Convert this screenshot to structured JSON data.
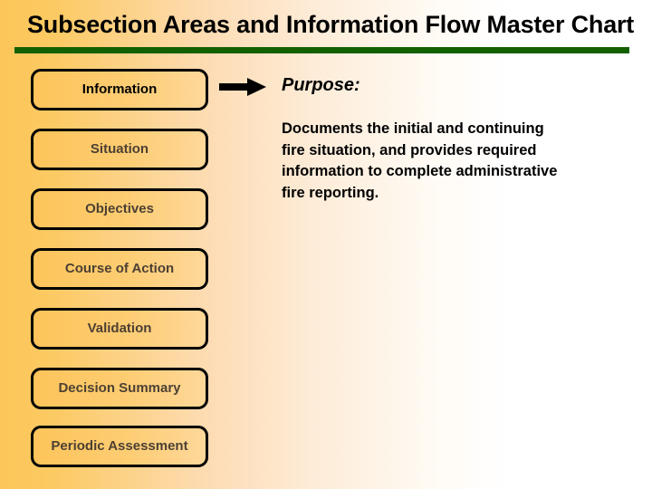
{
  "slide": {
    "title": "Subsection Areas and Information Flow Master Chart",
    "title_visible_clipped": "Subsection Areas and Information Flow Master Char",
    "rule_color": "#136000",
    "background_left_color": "#fcc659",
    "background_right_color": "#ffffff"
  },
  "nav": {
    "items": [
      {
        "label": "Information",
        "state": "selected"
      },
      {
        "label": "Situation",
        "state": "normal"
      },
      {
        "label": "Objectives",
        "state": "normal"
      },
      {
        "label": "Course of Action",
        "state": "normal"
      },
      {
        "label": "Validation",
        "state": "normal"
      },
      {
        "label": "Decision Summary",
        "state": "normal"
      },
      {
        "label": "Periodic Assessment",
        "state": "normal"
      }
    ],
    "button_fill_color": "#fdcd73",
    "button_border_color": "#000000",
    "selected_text_color": "#000000",
    "normal_text_color": "#4d4033"
  },
  "connector": {
    "icon": "arrow-right-icon",
    "color": "#000000"
  },
  "detail": {
    "heading": "Purpose:",
    "lines": [
      "Documents the initial and continuing",
      "fire situation, and provides required",
      "information to complete administrative",
      "fire reporting."
    ],
    "text": "Documents the initial and continuing fire situation, and provides required information to complete administrative fire reporting."
  }
}
